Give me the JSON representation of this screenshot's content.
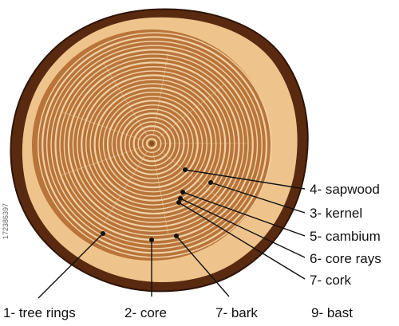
{
  "labels": {
    "tree_rings": "1- tree rings",
    "core": "2- core",
    "kernel": "3- kernel",
    "sapwood": "4- sapwood",
    "cambium": "5- cambium",
    "core_rays": "6- core rays",
    "cork": "7- cork",
    "bark": "7- bark",
    "bast": "9- bast"
  },
  "watermark": "172386397",
  "colors": {
    "bark": "#5a2a10",
    "bark_edge": "#2e1407",
    "sapwood": "#eec48c",
    "heartwood": "#b8743a",
    "ring_line": "#f6dcb2",
    "leader_line": "#111111"
  }
}
